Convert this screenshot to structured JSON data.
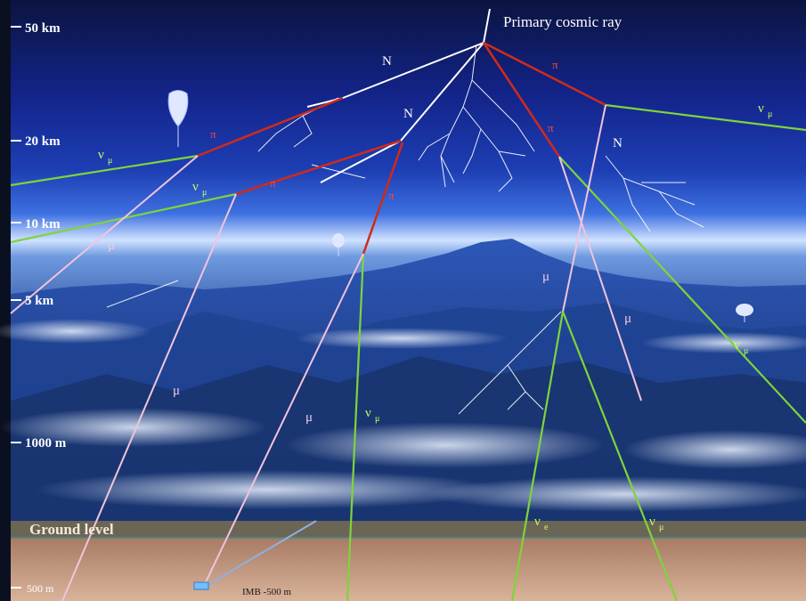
{
  "title": "Primary cosmic ray",
  "altitudes": {
    "a50": "50 km",
    "a20": "20 km",
    "a10": "10 km",
    "a5": "5 km",
    "a1000": "1000 m",
    "a500": "500 m"
  },
  "ground_label": "Ground level",
  "detector_label": "IMB -500 m",
  "particles": {
    "nucleon": "N",
    "pion": "π",
    "muon": "μ",
    "nu": "ν",
    "nu_mu_sub": "μ",
    "nu_e_sub": "e"
  },
  "colors": {
    "primary": "#ffffff",
    "nucleon": "#ffffff",
    "pion": "#d02a1a",
    "neutrino": "#7fd43a",
    "muon": "#f2c4dc",
    "sky_top": "#0b1440",
    "sky_mid": "#2a55c8",
    "horizon": "#cfe2ff",
    "ground": "#c9a186"
  }
}
